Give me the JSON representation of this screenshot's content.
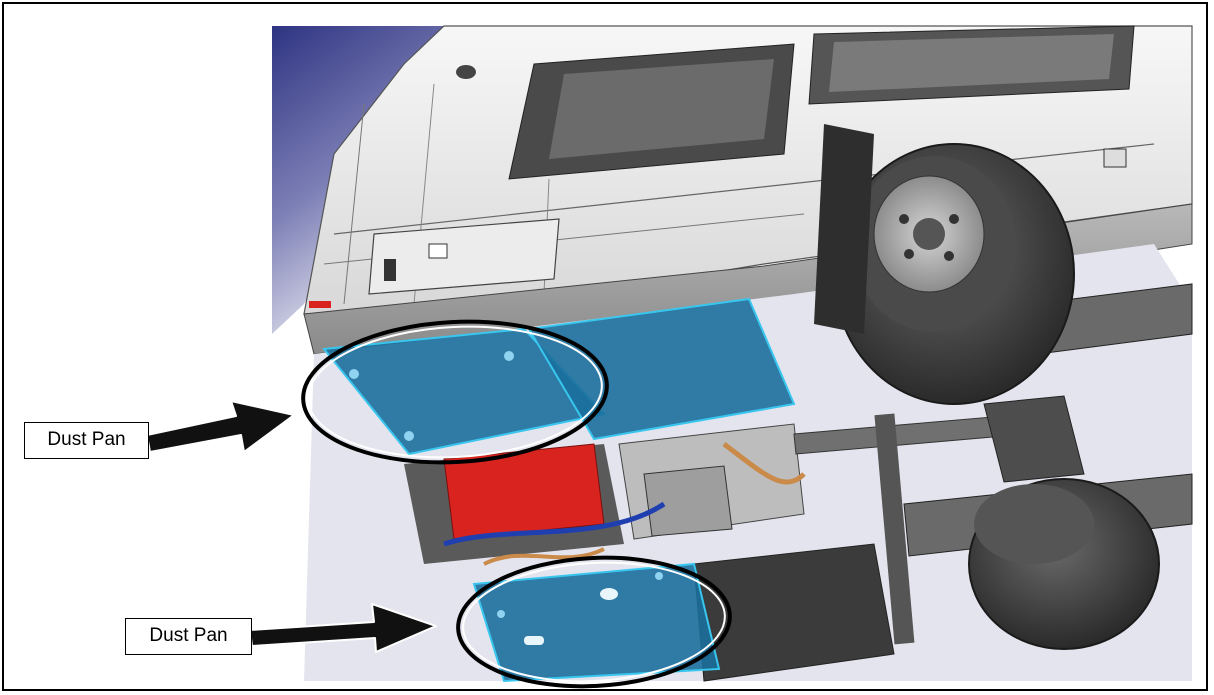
{
  "figure": {
    "labels": [
      {
        "text": "Dust Pan",
        "target": "upper dust pan"
      },
      {
        "text": "Dust Pan",
        "target": "lower dust pan"
      }
    ],
    "colors": {
      "background_sky": "#3a3f8a",
      "body_panel": "#f2f2f2",
      "body_shade": "#c9c9c9",
      "chassis_dark": "#555555",
      "tire": "#3c3c3c",
      "dust_pan": "#1b6f9c",
      "dust_pan_outline": "#39c6ee",
      "engine_red": "#d8231f",
      "arrow": "#111111"
    },
    "icons": [
      "arrow-icon",
      "highlight-ellipse-icon"
    ]
  }
}
